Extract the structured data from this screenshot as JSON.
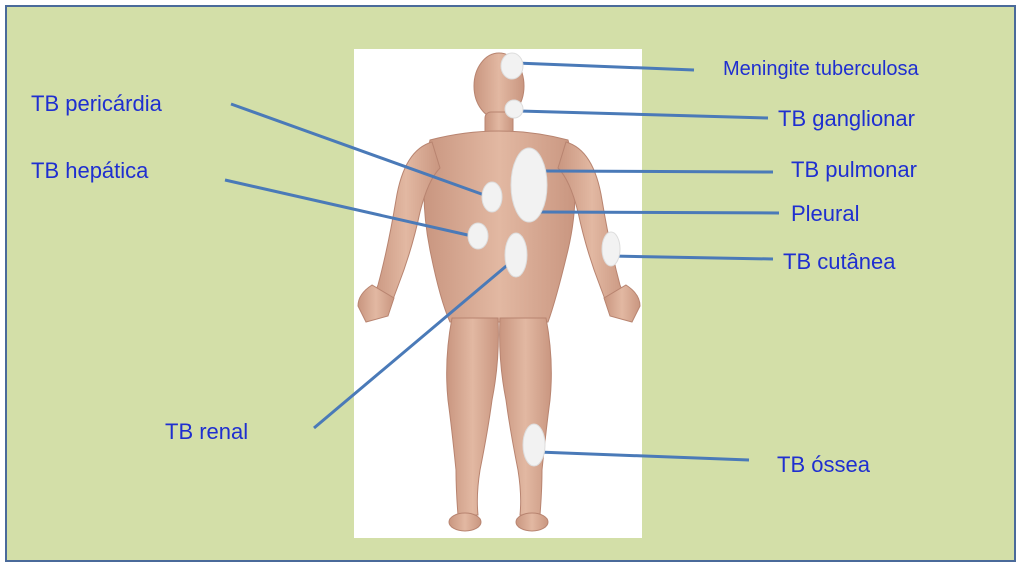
{
  "diagram": {
    "labels": {
      "meningite": "Meningite tuberculosa",
      "ganglionar": "TB ganglionar",
      "pulmonar": "TB pulmonar",
      "pleural": "Pleural",
      "cutanea": "TB cutânea",
      "ossea": "TB óssea",
      "pericardia": "TB pericárdia",
      "hepatica": "TB hepática",
      "renal": "TB renal"
    },
    "colors": {
      "background": "#d3dfa8",
      "border": "#4a6a9a",
      "label_text": "#1f2fd0",
      "leader_line": "#4a7ab8",
      "marker": "#f2f2f2",
      "skin": "#dcae96",
      "image_panel": "#ffffff"
    },
    "icons": {
      "figure": "human-body-anatomy-figure"
    }
  }
}
